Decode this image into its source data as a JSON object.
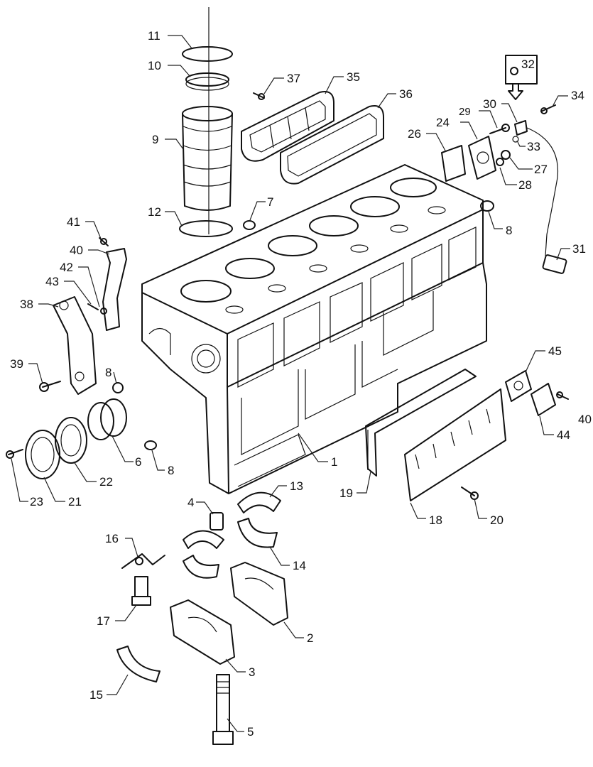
{
  "callouts": [
    {
      "id": "c1",
      "text": "1"
    },
    {
      "id": "c2",
      "text": "2"
    },
    {
      "id": "c3",
      "text": "3"
    },
    {
      "id": "c4",
      "text": "4"
    },
    {
      "id": "c5",
      "text": "5"
    },
    {
      "id": "c6",
      "text": "6"
    },
    {
      "id": "c7",
      "text": "7"
    },
    {
      "id": "c8a",
      "text": "8"
    },
    {
      "id": "c8b",
      "text": "8"
    },
    {
      "id": "c8c",
      "text": "8"
    },
    {
      "id": "c9",
      "text": "9"
    },
    {
      "id": "c10",
      "text": "10"
    },
    {
      "id": "c11",
      "text": "11"
    },
    {
      "id": "c12",
      "text": "12"
    },
    {
      "id": "c13",
      "text": "13"
    },
    {
      "id": "c14",
      "text": "14"
    },
    {
      "id": "c15",
      "text": "15"
    },
    {
      "id": "c16",
      "text": "16"
    },
    {
      "id": "c17",
      "text": "17"
    },
    {
      "id": "c18",
      "text": "18"
    },
    {
      "id": "c19",
      "text": "19"
    },
    {
      "id": "c20",
      "text": "20"
    },
    {
      "id": "c21",
      "text": "21"
    },
    {
      "id": "c22",
      "text": "22"
    },
    {
      "id": "c23",
      "text": "23"
    },
    {
      "id": "c24",
      "text": "24"
    },
    {
      "id": "c26",
      "text": "26"
    },
    {
      "id": "c27",
      "text": "27"
    },
    {
      "id": "c28",
      "text": "28"
    },
    {
      "id": "c29",
      "text": "29"
    },
    {
      "id": "c30",
      "text": "30"
    },
    {
      "id": "c31",
      "text": "31"
    },
    {
      "id": "c32",
      "text": "32"
    },
    {
      "id": "c33",
      "text": "33"
    },
    {
      "id": "c34",
      "text": "34"
    },
    {
      "id": "c35",
      "text": "35"
    },
    {
      "id": "c36",
      "text": "36"
    },
    {
      "id": "c37",
      "text": "37"
    },
    {
      "id": "c38",
      "text": "38"
    },
    {
      "id": "c39",
      "text": "39"
    },
    {
      "id": "c40",
      "text": "40"
    },
    {
      "id": "c41",
      "text": "41"
    },
    {
      "id": "c42",
      "text": "42"
    },
    {
      "id": "c43",
      "text": "43"
    },
    {
      "id": "c44",
      "text": "44"
    },
    {
      "id": "c45",
      "text": "45"
    },
    {
      "id": "c46",
      "text": "40"
    }
  ]
}
